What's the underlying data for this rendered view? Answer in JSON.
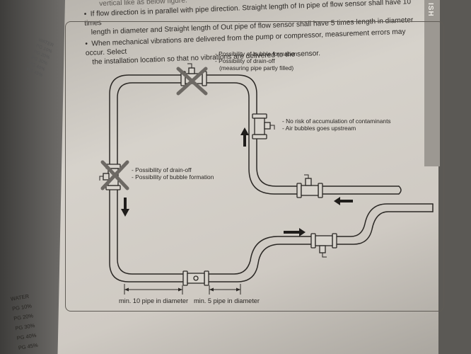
{
  "tab_label": "ISH",
  "instructions": {
    "intro": "vertical like as below figure.",
    "bullet1_line1": "If flow direction is in parallel with pipe direction. Straight length of In pipe of flow sensor shall have 10 times",
    "bullet1_line2": "length in diameter and Straight length of Out pipe of flow sensor shall have 5 times length in diameter.",
    "bullet2_line1": "When mechanical vibrations are delivered from the pump or compressor, measurement errors may occur. Select",
    "bullet2_line2": "the installation location so that no vibrations are delivered to the sensor."
  },
  "annotations": {
    "top": [
      "- Possibility of bubble formation",
      "- Possibility of drain-off",
      "(measuring pipe partly filled)"
    ],
    "right": [
      "- No risk of accumulation of contaminants",
      "- Air bubbles goes upstream"
    ],
    "left": [
      "- Possibility of drain-off",
      "- Possibility of bubble formation"
    ]
  },
  "dimensions": {
    "inlet": "min. 10 pipe in diameter",
    "outlet": "min. 5 pipe in diameter"
  },
  "side_list_top": [
    "WATER",
    "PG 10%",
    "PG 20%",
    "PG 30%",
    "PG 40%",
    "PG 45%"
  ],
  "side_list_bottom": [
    "WATER",
    "PG 10%",
    "PG 20%",
    "PG 30%",
    "PG 40%",
    "PG 45%"
  ]
}
